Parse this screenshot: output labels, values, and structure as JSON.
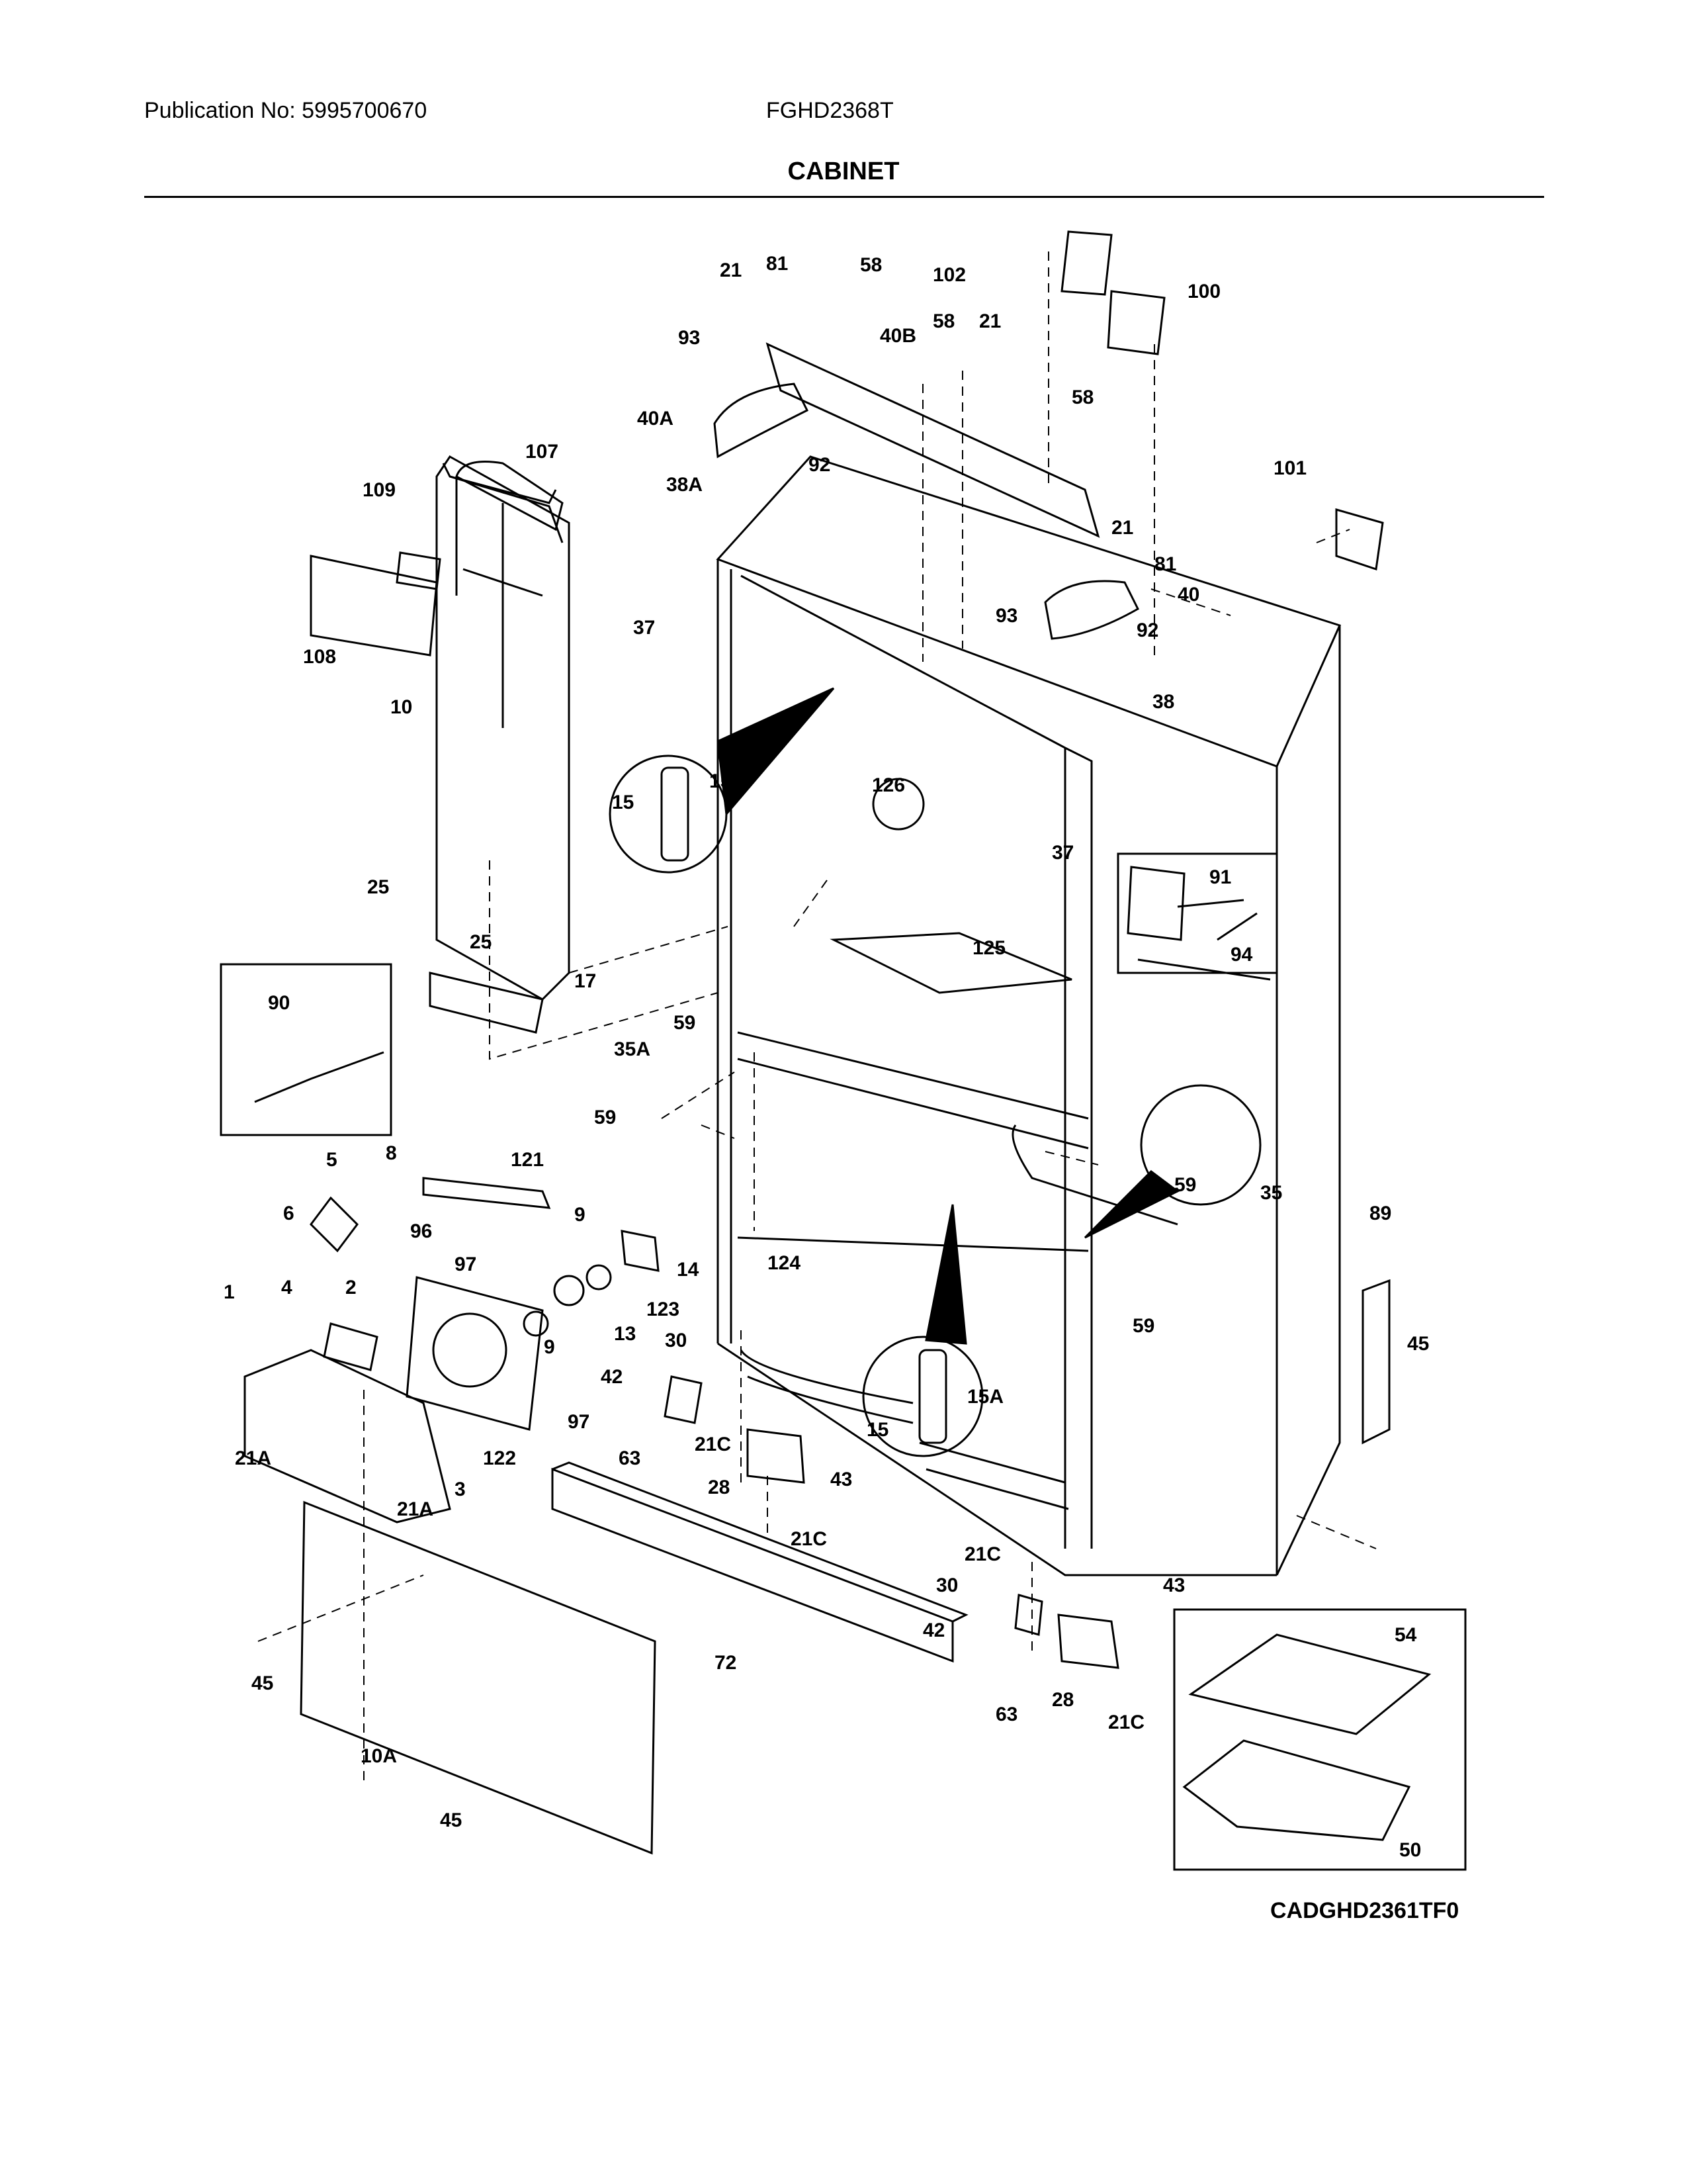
{
  "header": {
    "publication": "Publication No: 5995700670",
    "model": "FGHD2368T",
    "title": "CABINET"
  },
  "diagram_code": "CADGHD2361TF0",
  "callouts": [
    "21",
    "81",
    "58",
    "102",
    "100",
    "93",
    "40B",
    "58",
    "21",
    "40A",
    "58",
    "92",
    "38A",
    "107",
    "109",
    "101",
    "21",
    "81",
    "108",
    "37",
    "93",
    "40",
    "92",
    "10",
    "38",
    "15",
    "15A",
    "126",
    "37",
    "25",
    "91",
    "94",
    "25",
    "125",
    "17",
    "90",
    "35A",
    "59",
    "59",
    "59",
    "35",
    "121",
    "5",
    "8",
    "6",
    "9",
    "96",
    "97",
    "14",
    "124",
    "59",
    "89",
    "1",
    "4",
    "2",
    "9",
    "13",
    "123",
    "30",
    "45",
    "42",
    "97",
    "21C",
    "15",
    "15A",
    "63",
    "21A",
    "122",
    "28",
    "43",
    "3",
    "21A",
    "21C",
    "21C",
    "30",
    "43",
    "42",
    "54",
    "45",
    "72",
    "28",
    "63",
    "21C",
    "10A",
    "50",
    "45"
  ]
}
